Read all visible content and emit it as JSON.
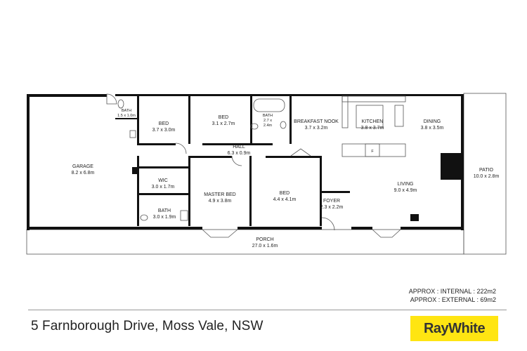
{
  "rooms": {
    "garage": {
      "name": "GARAGE",
      "size": "8.2 x 6.8m"
    },
    "bath_small": {
      "name": "BATH",
      "size": "1.5 x 1.0m"
    },
    "bed1": {
      "name": "BED",
      "size": "3.7 x 3.0m"
    },
    "bed2": {
      "name": "BED",
      "size": "3.1 x 2.7m"
    },
    "bath_top_name": "BATH",
    "bath_top_size1": "2.7 x",
    "bath_top_size2": "2.4m",
    "breakfast": {
      "name": "BREAKFAST NOOK",
      "size": "3.7 x 3.2m"
    },
    "kitchen": {
      "name": "KITCHEN",
      "size": "3.8 x 3.7m"
    },
    "dining": {
      "name": "DINING",
      "size": "3.8 x 3.5m"
    },
    "hall": {
      "name": "HALL",
      "size": "6.3 x 0.9m"
    },
    "wic": {
      "name": "WIC",
      "size": "3.0 x 1.7m"
    },
    "master": {
      "name": "MASTER BED",
      "size": "4.9 x 3.8m"
    },
    "bed3": {
      "name": "BED",
      "size": "4.4 x 4.1m"
    },
    "foyer": {
      "name": "FOYER",
      "size": "2.3 x 2.2m"
    },
    "living": {
      "name": "LIVING",
      "size": "9.0 x 4.9m"
    },
    "patio": {
      "name": "PATIO",
      "size": "10.0 x 2.8m"
    },
    "bath_lower": {
      "name": "BATH",
      "size": "3.0 x 1.9m"
    },
    "porch": {
      "name": "PORCH",
      "size": "27.0 x 1.6m"
    },
    "fridge_label": "F"
  },
  "area": {
    "internal": "APPROX : INTERNAL : 222m2",
    "external": "APPROX : EXTERNAL : 69m2"
  },
  "footer": {
    "address": "5 Farnborough Drive, Moss Vale, NSW",
    "brand": "RayWhite"
  },
  "colors": {
    "brand_yellow": "#FFE512",
    "wall": "#111111"
  }
}
